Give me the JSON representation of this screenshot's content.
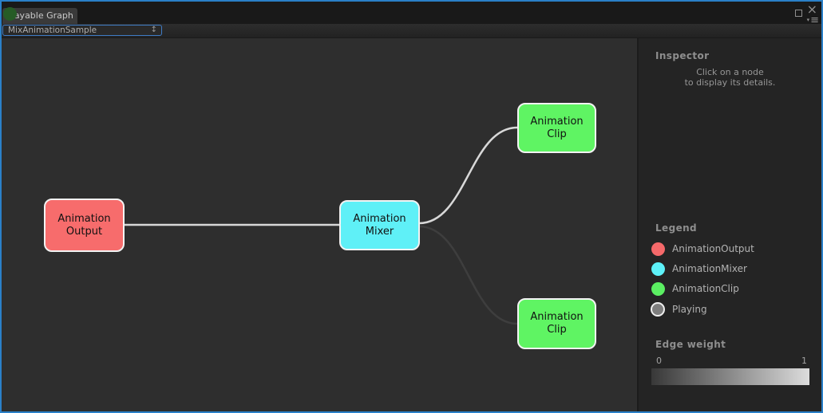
{
  "window": {
    "tab_title": "Playable Graph",
    "border_color": "#2a80c8",
    "green_dot_color": "#265c26",
    "controls": {
      "close_icon": "×",
      "menu_icon": "≡",
      "menu_caret": "▾"
    }
  },
  "toolbar": {
    "graph_selector_value": "MixAnimationSample",
    "dropdown_arrow_icon": "↕"
  },
  "graph": {
    "nodes": [
      {
        "id": "animation-output",
        "line1": "Animation",
        "line2": "Output",
        "color": "#f76c6c"
      },
      {
        "id": "animation-mixer",
        "line1": "Animation",
        "line2": "Mixer",
        "color": "#5ff0f7"
      },
      {
        "id": "animation-clip-top",
        "line1": "Animation",
        "line2": "Clip",
        "color": "#5ff463"
      },
      {
        "id": "animation-clip-bottom",
        "line1": "Animation",
        "line2": "Clip",
        "color": "#5ff463"
      }
    ],
    "edges": [
      {
        "from": "animation-output",
        "to": "animation-mixer",
        "weight": 1,
        "color": "#d8d8d8"
      },
      {
        "from": "animation-mixer",
        "to": "animation-clip-top",
        "weight": 1,
        "color": "#d8d8d8"
      },
      {
        "from": "animation-mixer",
        "to": "animation-clip-bottom",
        "weight": 0,
        "color": "#3e3e3e"
      }
    ]
  },
  "inspector": {
    "title": "Inspector",
    "hint_line1": "Click on a node",
    "hint_line2": "to display its details."
  },
  "legend": {
    "title": "Legend",
    "items": [
      {
        "label": "AnimationOutput",
        "color": "#f5696a",
        "ring": false
      },
      {
        "label": "AnimationMixer",
        "color": "#5df1f8",
        "ring": false
      },
      {
        "label": "AnimationClip",
        "color": "#5bee62",
        "ring": false
      },
      {
        "label": "Playing",
        "color": "#7e7e7e",
        "ring": true
      }
    ]
  },
  "edge_weight": {
    "title": "Edge weight",
    "min_label": "0",
    "max_label": "1",
    "gradient_start": "#383838",
    "gradient_end": "#dcdcdc"
  }
}
